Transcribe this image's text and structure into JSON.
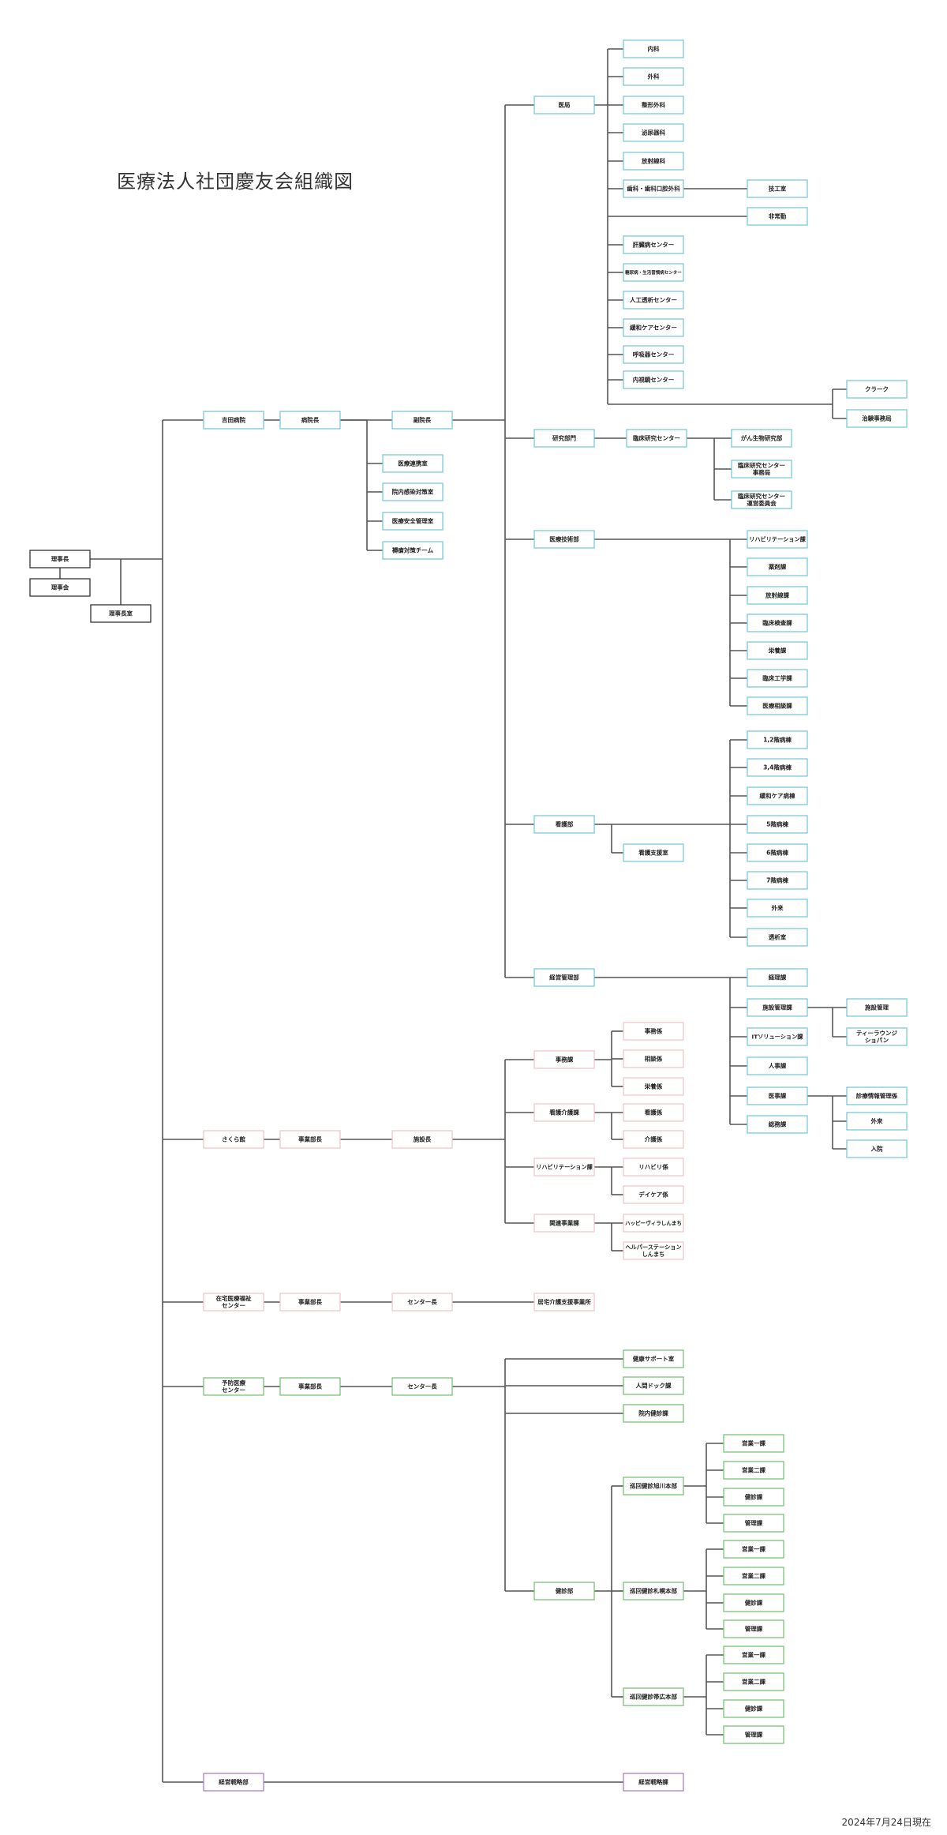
{
  "title": "医療法人社団慶友会組織図",
  "date": "2024年7月24日現在",
  "colors": {
    "line": "#555555",
    "black": "#333333",
    "cyan": "#7cc8dc",
    "pink": "#f2c6cc",
    "green": "#7ac27a",
    "purple": "#a67fd6"
  },
  "nodes": {
    "rijicho": "理事長",
    "rijikai": "理事会",
    "rijichoshitsu": "理事長室",
    "yoshida": "吉田病院",
    "byoincho": "病院長",
    "fukuincho": "副院長",
    "iryorenkei": "医療連携室",
    "innaikansen": "院内感染対策室",
    "iryoanzen": "医療安全管理室",
    "jokusotaisaku": "褥瘡対策チーム",
    "ikyoku": "医局",
    "naika": "内科",
    "geka": "外科",
    "seikeigeka": "整形外科",
    "hinyokika": "泌尿器科",
    "hoshasenka": "放射線科",
    "shika": "歯科・歯科口腔外科",
    "gikoshitsu": "技工室",
    "hijokin": "非常勤",
    "kanzobyo": "肝臓病センター",
    "seishokuiryo": "糖尿病・生活習慣病センター",
    "jinkotoseki": "人工透析センター",
    "kanwacare": "緩和ケアセンター",
    "kokyuki": "呼吸器センター",
    "naishikyo": "内視鏡センター",
    "clerk": "クラーク",
    "chikenjimu": "治験事務局",
    "kenkyu": "研究部門",
    "rinshokenkyu": "臨床研究センター",
    "gan": "がん生物研究部",
    "rinshojimu": "臨床研究センター 事務局",
    "rinshounei": "臨床研究センター 運営委員会",
    "iryogijutsu": "医療技術部",
    "reha": "リハビリテーション課",
    "yakuzai": "薬剤課",
    "hoshasen": "放射線課",
    "rinshokensa": "臨床検査課",
    "eiyo": "栄養課",
    "rinshokogaku": "臨床工学課",
    "iryosodan": "医療相談課",
    "kangobu": "看護部",
    "kangoshien": "看護支援室",
    "ward12": "1,2階病棟",
    "ward34": "3,4階病棟",
    "kanwaward": "緩和ケア病棟",
    "ward5": "5階病棟",
    "ward6": "6階病棟",
    "ward7": "7階病棟",
    "gairai": "外来",
    "tosekishitsu": "透析室",
    "keiei": "経営管理部",
    "keiri": "経理課",
    "shisetsu": "施設管理課",
    "shisetsukanri": "施設管理",
    "tea": "ティーラウンジ ショパン",
    "it": "ITソリューション課",
    "jinji": "人事課",
    "iji": "医事課",
    "shinryojoho": "診療情報管理係",
    "gairai2": "外来",
    "nyuin": "入院",
    "somu": "総務課",
    "sakura": "さくら館",
    "jigyobu1": "事業部長",
    "shisetsucho": "施設長",
    "jimu": "事務課",
    "jimugakari": "事務係",
    "sodangakari": "相談係",
    "eiyogakari": "栄養係",
    "kangokaigo": "看護介護課",
    "kangogakari": "看護係",
    "kaigogakari": "介護係",
    "rehaka": "リハビリテーション課",
    "rehagakari": "リハビリ係",
    "daycare": "デイケア係",
    "kanren": "関連事業課",
    "happy": "ハッピーヴィラしんまち",
    "helper": "ヘルパーステーション しんまち",
    "zaitaku": "在宅医療福祉 センター",
    "jigyobu2": "事業部長",
    "centercho1": "センター長",
    "kyotaku": "居宅介護支援事業所",
    "yobo": "予防医療 センター",
    "jigyobu3": "事業部長",
    "centercho2": "センター長",
    "kenko": "健康サポート室",
    "ningen": "人間ドック課",
    "innaikenshin": "院内健診課",
    "kenshinbu": "健診部",
    "asahikawa": "巡回健診旭川本部",
    "a1": "営業一課",
    "a2": "営業二課",
    "a3": "健診課",
    "a4": "管理課",
    "sapporo": "巡回健診札幌本部",
    "s1": "営業一課",
    "s2": "営業二課",
    "s3": "健診課",
    "s4": "管理課",
    "obihiro": "巡回健診帯広本部",
    "o1": "営業一課",
    "o2": "営業二課",
    "o3": "健診課",
    "o4": "管理課",
    "senryaku": "経営戦略部",
    "senryakuka": "経営戦略課"
  }
}
